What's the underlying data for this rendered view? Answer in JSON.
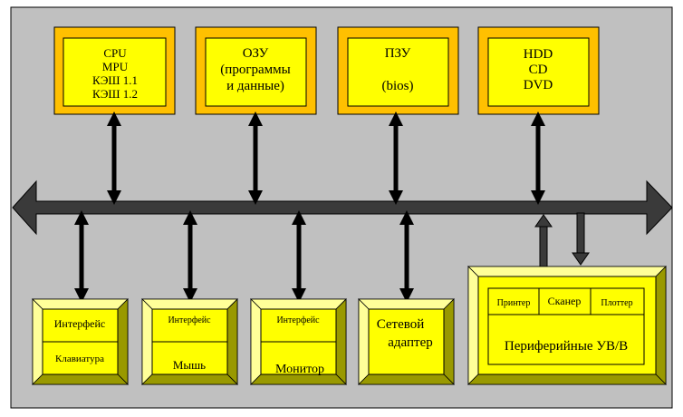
{
  "colors": {
    "background": "#c0c0c0",
    "box_fill": "#ffff00",
    "bevel_light": "#ffff99",
    "bevel_dark": "#999900",
    "top_box_frame": "#ffc000",
    "bus": "#3a3a3a",
    "arrow": "#000000",
    "line": "#000000"
  },
  "top_boxes": {
    "cpu": {
      "lines": [
        "CPU",
        "MPU",
        "КЭШ 1.1",
        "КЭШ 1.2"
      ]
    },
    "ram": {
      "lines": [
        "ОЗУ",
        "(программы",
        "и данные)"
      ]
    },
    "rom": {
      "lines": [
        "ПЗУ",
        "",
        "(bios)"
      ]
    },
    "storage": {
      "lines": [
        "HDD",
        "CD",
        "DVD"
      ]
    }
  },
  "bottom_boxes": {
    "keyboard": {
      "top": "Интерфейс",
      "bottom": "Клавиатура"
    },
    "mouse": {
      "top": "Интерфейс",
      "bottom": "Мышь"
    },
    "monitor": {
      "top": "Интерфейс",
      "bottom": "Монитор"
    },
    "network": {
      "lines": [
        "Сетевой",
        "адаптер"
      ]
    }
  },
  "peripherals": {
    "printer": "Принтер",
    "scanner": "Сканер",
    "plotter": "Плоттер",
    "title": "Периферийные УВ/В"
  }
}
